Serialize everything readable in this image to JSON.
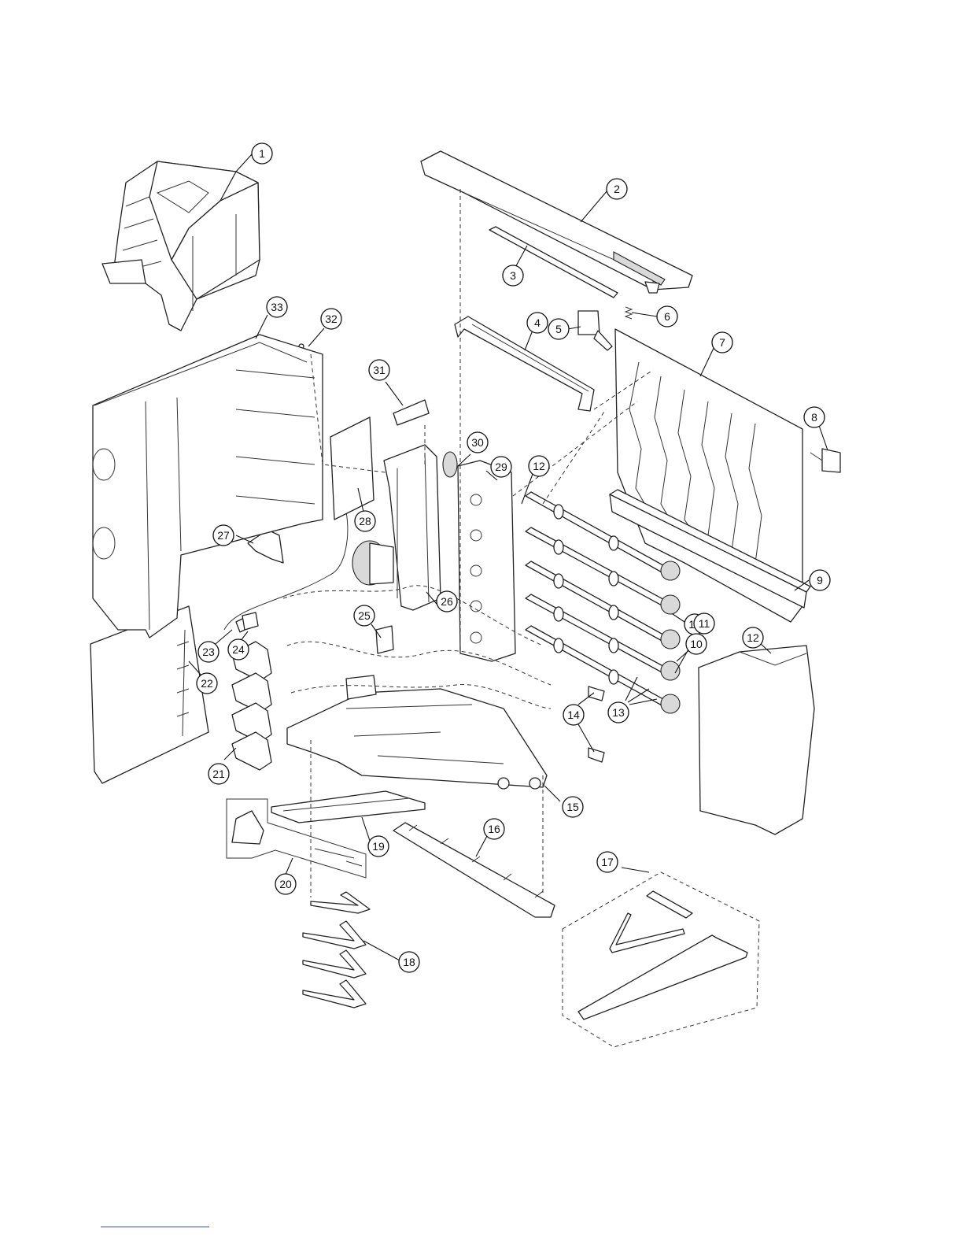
{
  "diagram": {
    "callouts": [
      {
        "id": "c1",
        "label": "1"
      },
      {
        "id": "c2",
        "label": "2"
      },
      {
        "id": "c3",
        "label": "3"
      },
      {
        "id": "c4",
        "label": "4"
      },
      {
        "id": "c5",
        "label": "5"
      },
      {
        "id": "c6",
        "label": "6"
      },
      {
        "id": "c7",
        "label": "7"
      },
      {
        "id": "c8",
        "label": "8"
      },
      {
        "id": "c9",
        "label": "9"
      },
      {
        "id": "c10a",
        "label": "10"
      },
      {
        "id": "c10b",
        "label": "10"
      },
      {
        "id": "c11",
        "label": "11"
      },
      {
        "id": "c12a",
        "label": "12"
      },
      {
        "id": "c12b",
        "label": "12"
      },
      {
        "id": "c13",
        "label": "13"
      },
      {
        "id": "c14",
        "label": "14"
      },
      {
        "id": "c15",
        "label": "15"
      },
      {
        "id": "c16",
        "label": "16"
      },
      {
        "id": "c17",
        "label": "17"
      },
      {
        "id": "c18",
        "label": "18"
      },
      {
        "id": "c19",
        "label": "19"
      },
      {
        "id": "c20",
        "label": "20"
      },
      {
        "id": "c21",
        "label": "21"
      },
      {
        "id": "c22",
        "label": "22"
      },
      {
        "id": "c23",
        "label": "23"
      },
      {
        "id": "c24",
        "label": "24"
      },
      {
        "id": "c25",
        "label": "25"
      },
      {
        "id": "c26",
        "label": "26"
      },
      {
        "id": "c27",
        "label": "27"
      },
      {
        "id": "c28",
        "label": "28"
      },
      {
        "id": "c29",
        "label": "29"
      },
      {
        "id": "c30",
        "label": "30"
      },
      {
        "id": "c31",
        "label": "31"
      },
      {
        "id": "c32",
        "label": "32"
      },
      {
        "id": "c33",
        "label": "33"
      }
    ]
  },
  "colors": {
    "line": "#222222",
    "footer_rule": "#3a4bbf"
  }
}
